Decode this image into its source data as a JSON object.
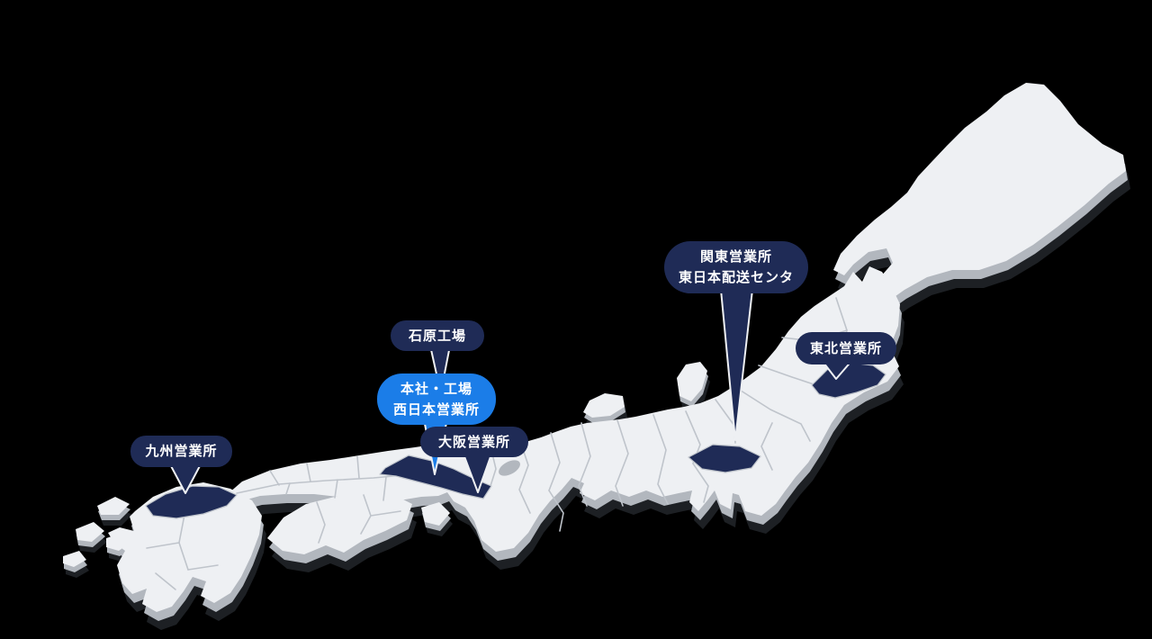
{
  "labels": {
    "kanto": {
      "line1": "関東営業所",
      "line2": "東日本配送センタ"
    },
    "tohoku": {
      "text": "東北営業所"
    },
    "ishihara": {
      "text": "石原工場"
    },
    "honsha": {
      "line1": "本社・工場",
      "line2": "西日本営業所"
    },
    "osaka": {
      "text": "大阪営業所"
    },
    "kyushu": {
      "text": "九州営業所"
    }
  },
  "colors": {
    "background": "#000000",
    "land_top": "#eef0f3",
    "land_side": "#b2b7be",
    "land_shadow": "#1d2024",
    "prefecture_border": "#bfc4cb",
    "marker_navy": "#1f2b56",
    "marker_blue": "#1b7de8",
    "marker_text": "#ffffff",
    "highlight_prefecture": "#1f2b56"
  }
}
